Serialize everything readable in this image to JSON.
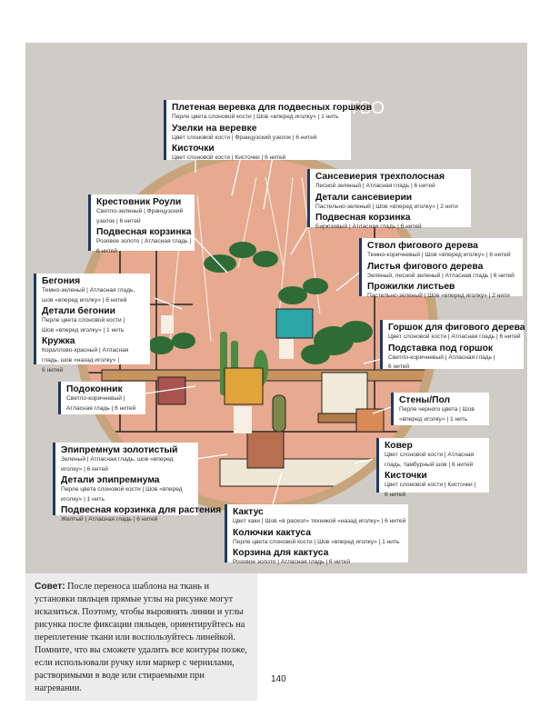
{
  "title": "КРАТКОЕ РУКОВОДСТВО",
  "boxes": [
    {
      "id": "b1",
      "items": [
        {
          "head": "Плетеная веревка для подвесных горшков",
          "sub": "Перле цвета слоновой кости | Шов «вперед иголку» | 1 нить"
        },
        {
          "head": "Узелки на веревке",
          "sub": "Цвет слоновой кости | Французский узелок | 6 нитей"
        },
        {
          "head": "Кисточки",
          "sub": "Цвет слоновой кости | Кисточки | 6 нитей"
        }
      ]
    },
    {
      "id": "b2",
      "items": [
        {
          "head": "Сансевиерия трехполосная",
          "sub": "Лесной зеленый | Атласная гладь | 6 нитей"
        },
        {
          "head": "Детали сансевиерии",
          "sub": "Пастельно-зеленый | Шов «вперед иголку» | 2 нити"
        },
        {
          "head": "Подвесная корзинка",
          "sub": "Бирюзовый | Атласная гладь | 6 нитей"
        }
      ]
    },
    {
      "id": "b3",
      "items": [
        {
          "head": "Крестовник Роули",
          "sub": "Светло-зеленый | Французский"
        },
        {
          "head": "",
          "sub": "узелок | 6 нитей"
        },
        {
          "head": "Подвесная корзинка",
          "sub": "Розовое золото | Атласная гладь |"
        },
        {
          "head": "",
          "sub": "6 нитей"
        }
      ]
    },
    {
      "id": "b4",
      "items": [
        {
          "head": "Ствол фигового дерева",
          "sub": "Темно-коричневый | Шов «вперед иголку» | 6 нитей"
        },
        {
          "head": "Листья фигового дерева",
          "sub": "Зеленый, лесной зеленый | Атласная гладь | 6 нитей"
        },
        {
          "head": "Прожилки листьев",
          "sub": "Пастельно-зеленый | Шов «вперед иголку» | 2 нити"
        }
      ]
    },
    {
      "id": "b5",
      "items": [
        {
          "head": "Бегония",
          "sub": "Темно-зеленый | Атласная гладь,"
        },
        {
          "head": "",
          "sub": "шов «вперед иголку» | 6 нитей"
        },
        {
          "head": "Детали бегонии",
          "sub": "Перле цвета слоновой кости |"
        },
        {
          "head": "",
          "sub": "Шов «вперед иголку» | 1 нить"
        },
        {
          "head": "Кружка",
          "sub": "Кораллово-красный | Атласная"
        },
        {
          "head": "",
          "sub": "гладь, шов «назад иголку» |"
        },
        {
          "head": "",
          "sub": "6 нитей"
        }
      ]
    },
    {
      "id": "b6",
      "items": [
        {
          "head": "Горшок для фигового дерева",
          "sub": "Цвет слоновой кости | Атласная гладь | 6 нитей"
        },
        {
          "head": "Подставка под горшок",
          "sub": "Светло-коричневый | Атласная гладь |"
        },
        {
          "head": "",
          "sub": "6 нитей"
        }
      ]
    },
    {
      "id": "b7",
      "items": [
        {
          "head": "Подоконник",
          "sub": "Светло-коричневый |"
        },
        {
          "head": "",
          "sub": "Атласная гладь | 6 нитей"
        }
      ]
    },
    {
      "id": "b8",
      "items": [
        {
          "head": "Стены/Пол",
          "sub": "Перле черного цвета | Шов"
        },
        {
          "head": "",
          "sub": "«вперед иголку» | 1 нить"
        }
      ]
    },
    {
      "id": "b9",
      "items": [
        {
          "head": "Эпипремнум золотистый",
          "sub": "Зеленый | Атласная гладь, шов «вперед"
        },
        {
          "head": "",
          "sub": "иголку» | 6 нитей"
        },
        {
          "head": "Детали эпипремнума",
          "sub": "Перле цвета слоновой кости | Шов «вперед"
        },
        {
          "head": "",
          "sub": "иголку» | 1 нить"
        },
        {
          "head": "Подвесная корзинка для растения",
          "sub": "Желтый | Атласная гладь | 6 нитей"
        }
      ]
    },
    {
      "id": "b10",
      "items": [
        {
          "head": "Ковер",
          "sub": "Цвет слоновой кости | Атласная"
        },
        {
          "head": "",
          "sub": "гладь, тамбурный шов | 6 нитей"
        },
        {
          "head": "Кисточки",
          "sub": "Цвет слоновой кости | Кисточки |"
        },
        {
          "head": "",
          "sub": "6 нитей"
        }
      ]
    },
    {
      "id": "b11",
      "items": [
        {
          "head": "Кактус",
          "sub": "Цвет хаки | Шов «в раскол» техникой «назад иголку» | 6 нитей"
        },
        {
          "head": "Колючки кактуса",
          "sub": "Перле цвета слоновой кости | Шов «вперед иголку» | 1 нить"
        },
        {
          "head": "Корзина для кактуса",
          "sub": "Розовое золото | Атласная гладь | 6 нитей"
        }
      ]
    }
  ],
  "tip": {
    "label": "Совет:",
    "text": "После переноса шаблона на ткань и установки пяльцев прямые углы на рисунке могут исказиться. Поэтому, чтобы выровнять линии и углы рисунка после фиксации пяльцев, ориентируйтесь на переплетение ткани или воспользуйтесь линейкой. Помните, что вы сможете удалить все контуры позже, если использовали ручку или маркер с чернилами, растворимыми в воде или стираемыми при нагревании."
  },
  "page_number": "140",
  "colors": {
    "panel": "#cfcbc6",
    "accent": "#1f3a63",
    "fabric": "#e7a98f",
    "hoop": "#c7a57c"
  }
}
